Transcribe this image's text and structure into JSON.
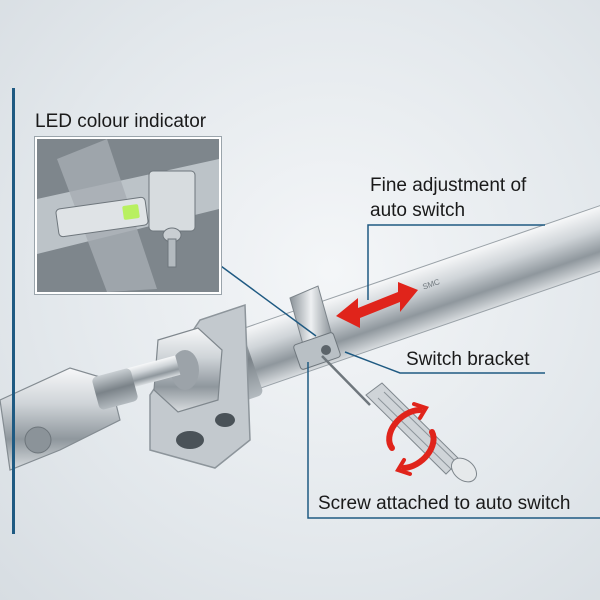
{
  "labels": {
    "led": "LED colour indicator",
    "fine_line1": "Fine adjustment of",
    "fine_line2": "auto switch",
    "bracket": "Switch bracket",
    "screw": "Screw attached to auto switch"
  },
  "colors": {
    "accent_bar": "#1f5a82",
    "leader_line": "#1f5a82",
    "arrow_red": "#e0241b",
    "led_green": "#b8f060"
  }
}
